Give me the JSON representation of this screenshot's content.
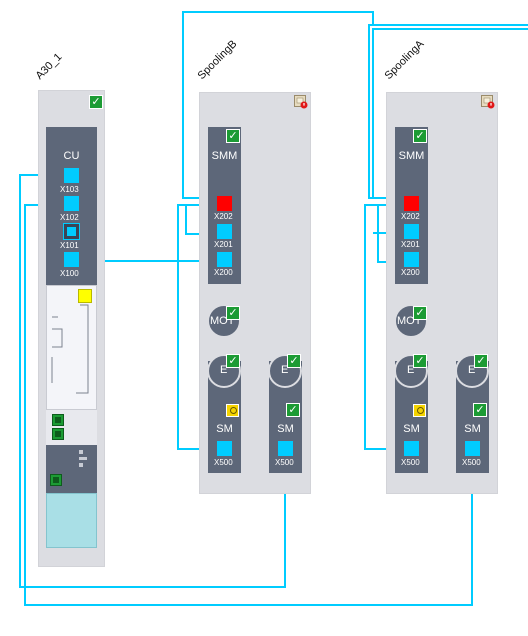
{
  "devices": {
    "a30": {
      "name": "A30_1",
      "cu_label": "CU",
      "ports": [
        "X103",
        "X102",
        "X101",
        "X100"
      ]
    },
    "spoolingB": {
      "name": "SpoolingB",
      "smm_label": "SMM",
      "ports": [
        "X202",
        "X201",
        "X200"
      ],
      "mot_label": "MOT",
      "enc_label": "E",
      "enc2_label": "E",
      "sm1_label": "SM",
      "sm1_port": "X500",
      "sm2_label": "SM",
      "sm2_port": "X500"
    },
    "spoolingA": {
      "name": "SpoolingA",
      "smm_label": "SMM",
      "ports": [
        "X202",
        "X201",
        "X200"
      ],
      "mot_label": "MOT",
      "enc_label": "E",
      "enc2_label": "E",
      "sm1_label": "SM",
      "sm1_port": "X500",
      "sm2_label": "SM",
      "sm2_port": "X500"
    }
  },
  "icons": {
    "ok": "green-checkmark-icon",
    "warning": "config-warning-icon",
    "lock": "yellow-lock-icon"
  },
  "colors": {
    "wire": "#00ccff",
    "module": "#5d6779",
    "rack": "#dcdde2",
    "ok": "#1c9b34",
    "error_port": "#ff0000"
  }
}
